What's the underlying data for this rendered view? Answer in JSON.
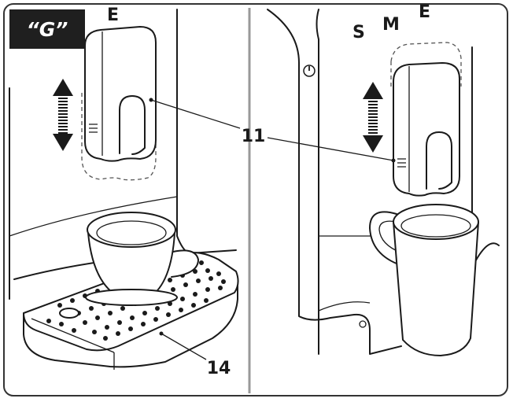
{
  "badge": {
    "label": "“G”"
  },
  "brand": {
    "letters": [
      "S",
      "M",
      "E"
    ]
  },
  "callouts": {
    "dispenser": "11",
    "drip_tray": "14"
  },
  "colors": {
    "line": "#1a1a1a",
    "badge_bg": "#1f1f1f",
    "divider": "#999999",
    "frame": "#333333"
  },
  "icons": {
    "move": "up-down-arrow-icon",
    "power": "power-icon"
  }
}
